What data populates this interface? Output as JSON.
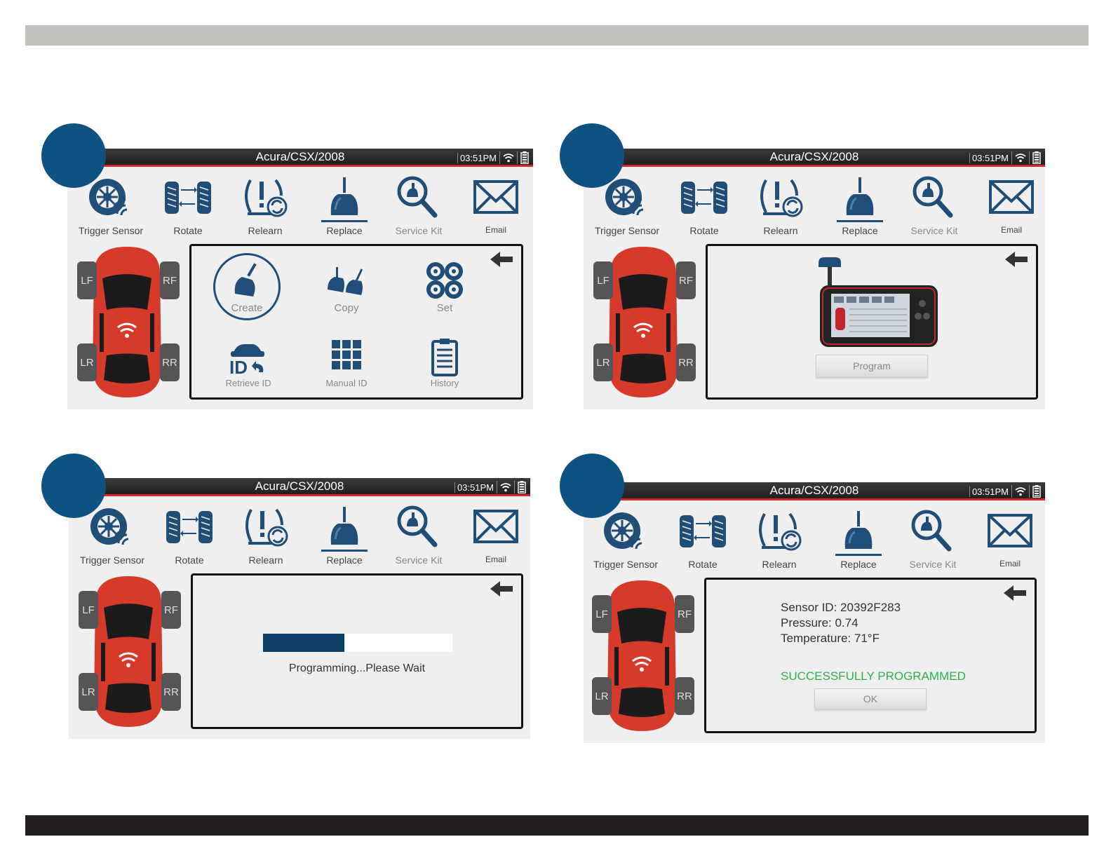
{
  "header": {
    "title": "Acura/CSX/2008",
    "time": "03:51PM"
  },
  "menu": [
    {
      "label": "Trigger Sensor",
      "icon": "trigger-sensor-icon"
    },
    {
      "label": "Rotate",
      "icon": "rotate-tires-icon"
    },
    {
      "label": "Relearn",
      "icon": "relearn-icon"
    },
    {
      "label": "Replace",
      "icon": "replace-sensor-icon"
    },
    {
      "label": "Service Kit",
      "icon": "service-kit-icon"
    },
    {
      "label": "Email",
      "icon": "email-icon"
    }
  ],
  "tires": {
    "lf": "LF",
    "rf": "RF",
    "lr": "LR",
    "rr": "RR"
  },
  "screen1": {
    "items": [
      {
        "label": "Create",
        "icon": "create-sensor-icon"
      },
      {
        "label": "Copy",
        "icon": "copy-sensor-icon"
      },
      {
        "label": "Set",
        "icon": "set-wheels-icon"
      },
      {
        "label": "Retrieve ID",
        "icon": "retrieve-id-icon"
      },
      {
        "label": "Manual ID",
        "icon": "manual-id-keypad-icon"
      },
      {
        "label": "History",
        "icon": "history-clipboard-icon"
      }
    ]
  },
  "screen2": {
    "button": "Program"
  },
  "screen3": {
    "progress_fraction": 0.43,
    "message": "Programming...Please Wait"
  },
  "screen4": {
    "sensor_id": "Sensor ID: 20392F283",
    "pressure": "Pressure: 0.74",
    "temperature": "Temperature: 71°F",
    "status": "SUCCESSFULLY PROGRAMMED",
    "button": "OK"
  },
  "colors": {
    "accent": "#0e5282",
    "success": "#2bb24c",
    "car": "#d63a2a"
  }
}
